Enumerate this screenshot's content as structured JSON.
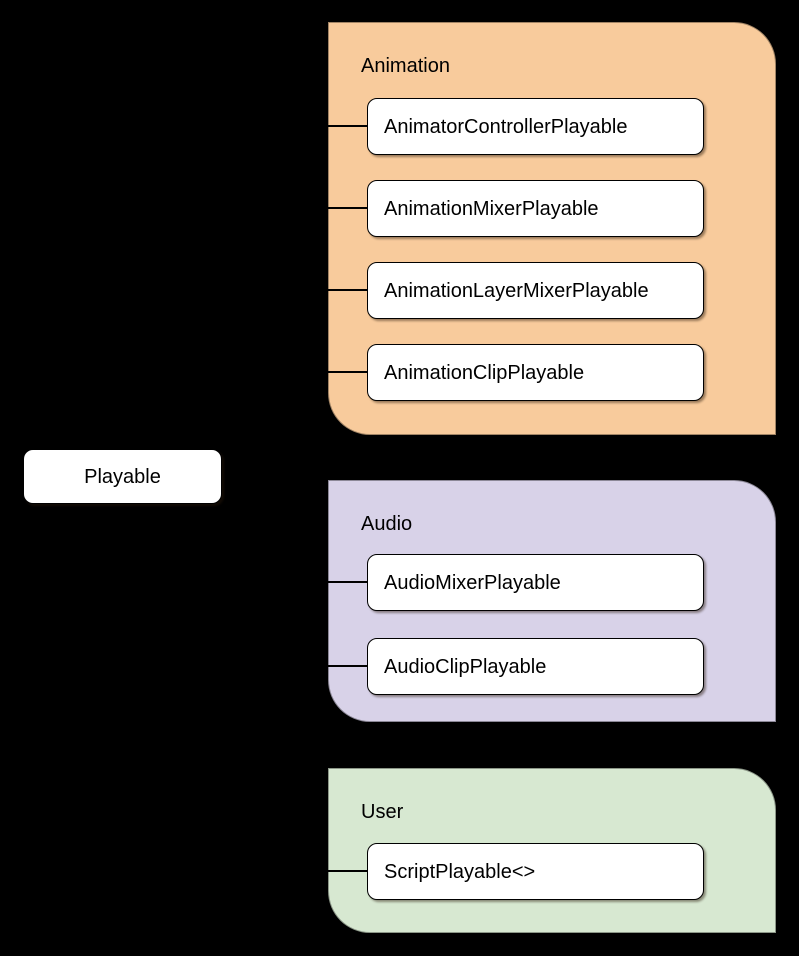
{
  "root": {
    "label": "Playable"
  },
  "groups": [
    {
      "label": "Animation",
      "color": "#f8cb9c",
      "members": [
        "AnimatorControllerPlayable",
        "AnimationMixerPlayable",
        "AnimationLayerMixerPlayable",
        "AnimationClipPlayable"
      ]
    },
    {
      "label": "Audio",
      "color": "#d8d2e8",
      "members": [
        "AudioMixerPlayable",
        "AudioClipPlayable"
      ]
    },
    {
      "label": "User",
      "color": "#d7e8d1",
      "members": [
        "ScriptPlayable<>"
      ]
    }
  ],
  "style": {
    "background": "#000000",
    "node_fill": "#ffffff",
    "line_color": "#000000",
    "text_color": "#000000"
  }
}
